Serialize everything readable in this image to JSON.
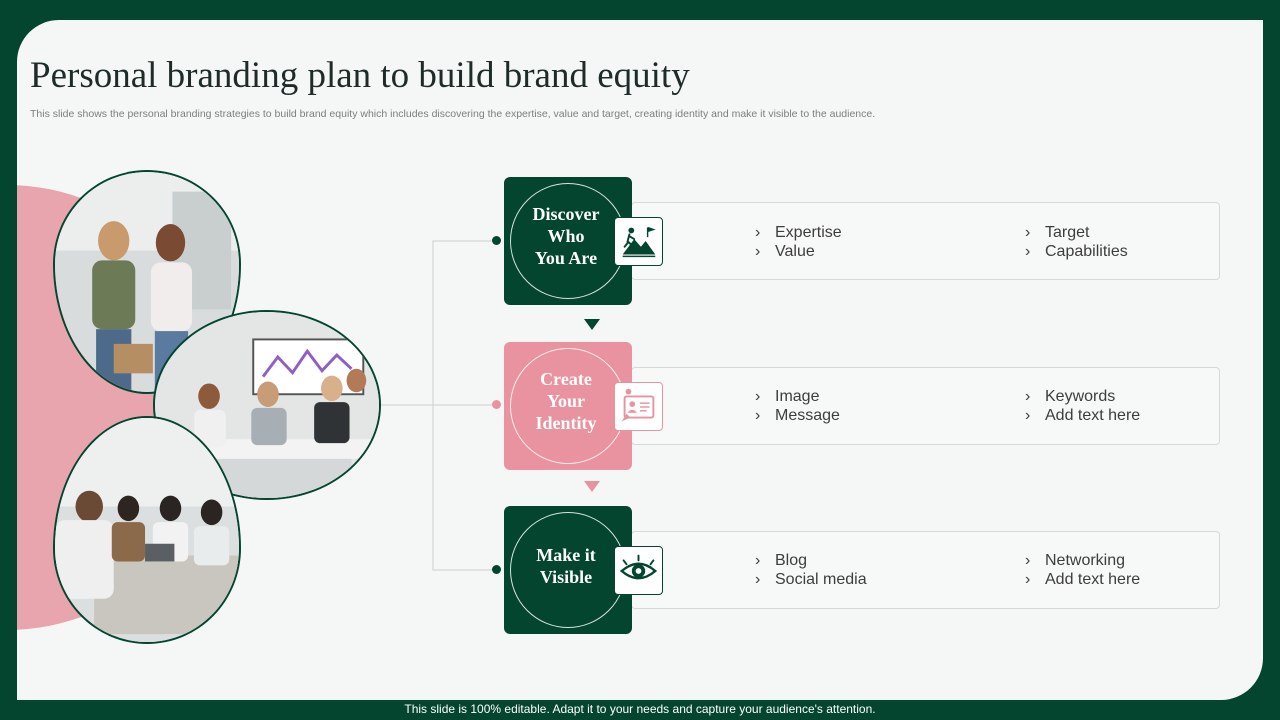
{
  "title": "Personal branding plan to build brand equity",
  "subtitle": "This slide shows the personal branding strategies to build brand equity which includes discovering the expertise, value and target,  creating identity and make it visible to the audience.",
  "colors": {
    "brand_green": "#03452f",
    "brand_pink": "#e8939f",
    "background": "#f5f7f7"
  },
  "photos": [
    {
      "name": "photo-two-women-reading"
    },
    {
      "name": "photo-team-meeting-presentation"
    },
    {
      "name": "photo-group-working-laptop"
    }
  ],
  "stages": [
    {
      "label_lines": [
        "Discover",
        "Who",
        "You Are"
      ],
      "icon": "mountain-climber-icon",
      "left": [
        "Expertise",
        "Value"
      ],
      "right": [
        "Target",
        "Capabilities"
      ]
    },
    {
      "label_lines": [
        "Create",
        "Your",
        "Identity"
      ],
      "icon": "id-card-icon",
      "left": [
        "Image",
        "Message"
      ],
      "right": [
        "Keywords",
        "Add text here"
      ]
    },
    {
      "label_lines": [
        "Make it",
        "Visible"
      ],
      "icon": "eye-icon",
      "left": [
        "Blog",
        "Social media"
      ],
      "right": [
        "Networking",
        "Add text here"
      ]
    }
  ],
  "bullet_marker": "›",
  "footer": "This slide is 100% editable. Adapt it to your needs and capture your audience's attention."
}
